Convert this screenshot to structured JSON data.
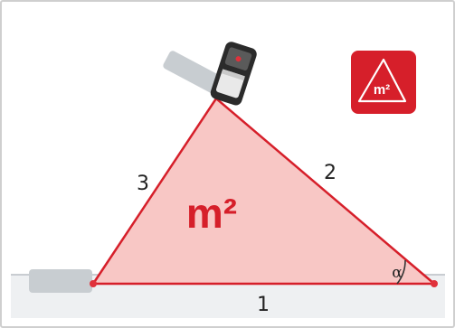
{
  "diagram": {
    "center_label": "m²",
    "side_labels": [
      "1",
      "2",
      "3"
    ],
    "angle_label": "α",
    "badge_label": "m²"
  },
  "colors": {
    "triangle_fill": "#f8c7c5",
    "triangle_stroke": "#d61f2a",
    "accent": "#d61f2a",
    "ground": "#e9ecef",
    "gray_bar": "#c8cdd1",
    "device_body": "#2b2b2b"
  },
  "icons": [
    "triangle-area-icon",
    "laser-meter-device-icon"
  ]
}
